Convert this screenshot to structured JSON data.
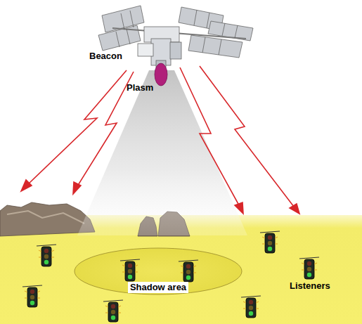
{
  "diagram": {
    "nodes": [
      {
        "text": [
          "Shadow area"
        ]
      }
    ],
    "labels": [
      "Beacon",
      "Plasm",
      "Listeners"
    ]
  }
}
